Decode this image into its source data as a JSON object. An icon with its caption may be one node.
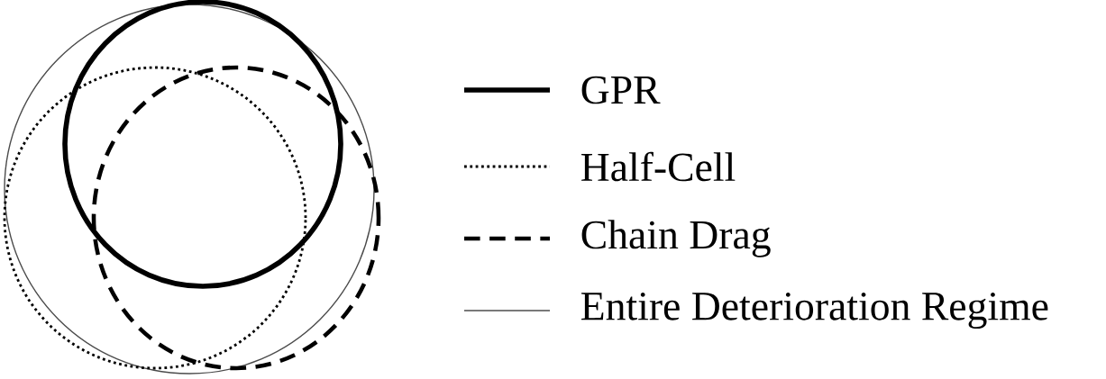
{
  "diagram": {
    "legend": [
      {
        "text": "GPR"
      },
      {
        "text": "Half-Cell"
      },
      {
        "text": "Chain Drag"
      },
      {
        "text": "Entire Deterioration Regime"
      }
    ]
  }
}
